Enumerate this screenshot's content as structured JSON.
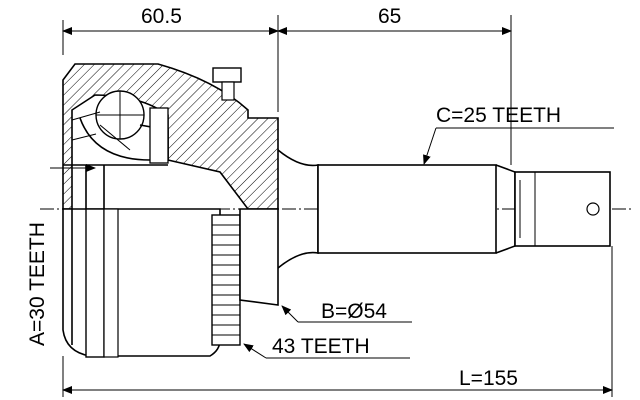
{
  "dimensions": {
    "top_left": "60.5",
    "top_right": "65",
    "overall_length": "L=155"
  },
  "callouts": {
    "outer_spline": "C=25 TEETH",
    "inner_spline": "A=30 TEETH",
    "seal_diameter": "B=Ø54",
    "abs_ring": "43 TEETH"
  }
}
